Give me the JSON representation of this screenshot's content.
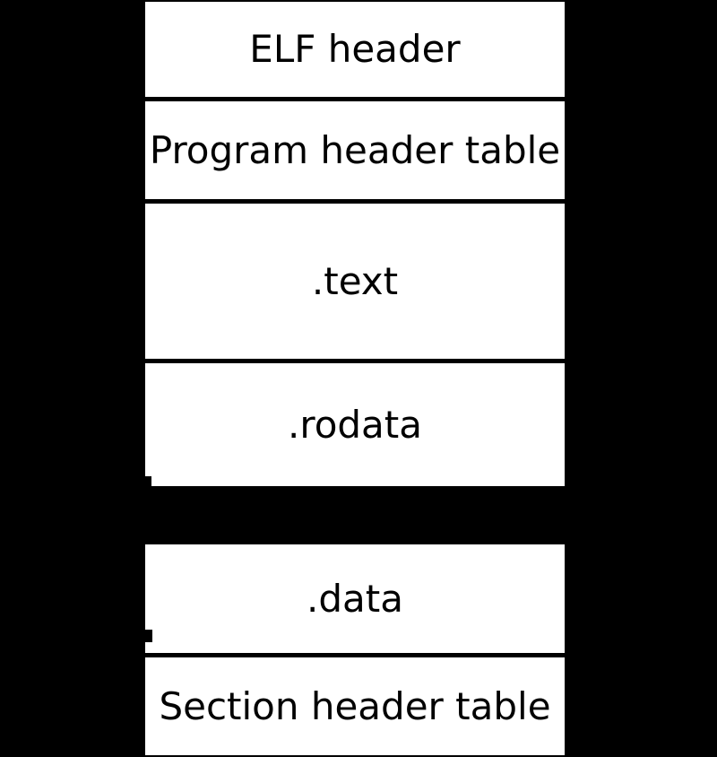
{
  "colors": {
    "background": "#000000",
    "box_fill": "#ffffff",
    "box_border": "#000000",
    "text": "#000000"
  },
  "diagram": {
    "boxes": [
      {
        "name": "elf-header",
        "label": "ELF header"
      },
      {
        "name": "program-header-table",
        "label": "Program header table"
      },
      {
        "name": "text-section",
        "label": ".text"
      },
      {
        "name": "rodata-section",
        "label": ".rodata"
      },
      {
        "name": "data-section",
        "label": ".data"
      },
      {
        "name": "section-header-table",
        "label": "Section header table"
      }
    ]
  }
}
